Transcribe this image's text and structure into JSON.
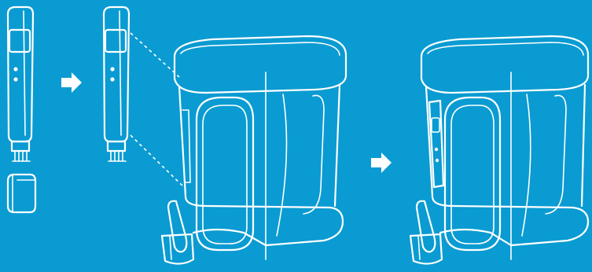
{
  "background_color": "#0a9bd2",
  "line_color": "#ffffff",
  "steps": [
    {
      "name": "step-1-remove-cap",
      "icon": "filter-stick-with-cap-icon"
    },
    {
      "name": "step-2-insert-filter",
      "icon": "filter-stick-into-pitcher-icon"
    },
    {
      "name": "step-3-assembled",
      "icon": "pitcher-with-filter-installed-icon"
    }
  ],
  "arrows": [
    "right-arrow-icon",
    "right-arrow-icon"
  ]
}
